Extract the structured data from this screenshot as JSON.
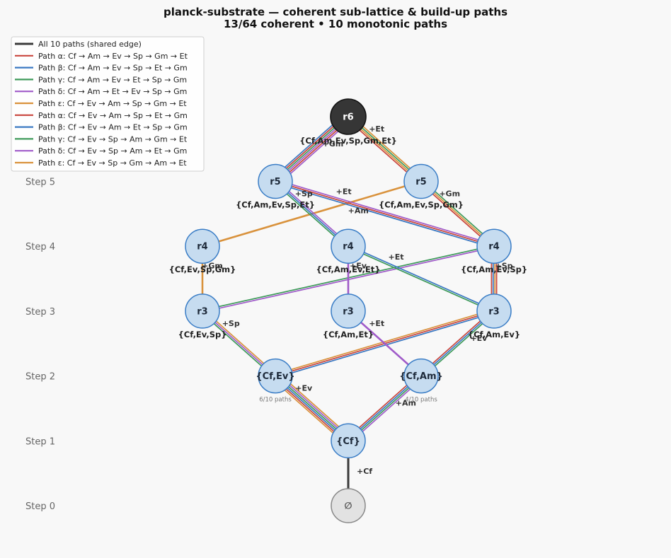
{
  "title": {
    "line1": "planck-substrate — coherent sub-lattice & build-up paths",
    "line2": "13/64 coherent  •  10 monotonic paths"
  },
  "steps": [
    "Step 0",
    "Step 1",
    "Step 2",
    "Step 3",
    "Step 4",
    "Step 5"
  ],
  "colors": {
    "shared": "#3b3b3b",
    "alpha": "#c9453d",
    "beta": "#3a78c2",
    "gamma": "#3e9a5a",
    "delta": "#a05bc9",
    "epsilon": "#d9923c",
    "node_fill": "#c6dcf0",
    "node_stroke": "#3a7dc6",
    "top_fill": "#363636",
    "empty_fill": "#e2e2e2",
    "empty_stroke": "#888888"
  },
  "legend": [
    {
      "label": "All 10 paths (shared edge)",
      "color": "shared"
    },
    {
      "label": "Path α: Cf → Am → Ev → Sp → Gm → Et",
      "color": "alpha"
    },
    {
      "label": "Path β: Cf → Am → Ev → Sp → Et → Gm",
      "color": "beta"
    },
    {
      "label": "Path γ: Cf → Am → Ev → Et → Sp → Gm",
      "color": "gamma"
    },
    {
      "label": "Path δ: Cf → Am → Et → Ev → Sp → Gm",
      "color": "delta"
    },
    {
      "label": "Path ε: Cf → Ev → Am → Sp → Gm → Et",
      "color": "epsilon"
    },
    {
      "label": "Path α: Cf → Ev → Am → Sp → Et → Gm",
      "color": "alpha"
    },
    {
      "label": "Path β: Cf → Ev → Am → Et → Sp → Gm",
      "color": "beta"
    },
    {
      "label": "Path γ: Cf → Ev → Sp → Am → Gm → Et",
      "color": "gamma"
    },
    {
      "label": "Path δ: Cf → Ev → Sp → Am → Et → Gm",
      "color": "delta"
    },
    {
      "label": "Path ε: Cf → Ev → Sp → Gm → Am → Et",
      "color": "epsilon"
    }
  ],
  "nodes": [
    {
      "id": "empty",
      "step": 0,
      "label": "∅",
      "set": "",
      "kind": "empty"
    },
    {
      "id": "cf",
      "step": 1,
      "label": "{Cf}",
      "set": "",
      "kind": "set"
    },
    {
      "id": "cfev",
      "step": 2,
      "label": "{Cf,Ev}",
      "set": "",
      "kind": "set",
      "count": "6/10 paths"
    },
    {
      "id": "cfam",
      "step": 2,
      "label": "{Cf,Am}",
      "set": "",
      "kind": "set",
      "count": "4/10 paths"
    },
    {
      "id": "r3a",
      "step": 3,
      "label": "r3",
      "set": "{Cf,Ev,Sp}",
      "kind": "rank"
    },
    {
      "id": "r3b",
      "step": 3,
      "label": "r3",
      "set": "{Cf,Am,Et}",
      "kind": "rank"
    },
    {
      "id": "r3c",
      "step": 3,
      "label": "r3",
      "set": "{Cf,Am,Ev}",
      "kind": "rank"
    },
    {
      "id": "r4a",
      "step": 4,
      "label": "r4",
      "set": "{Cf,Ev,Sp,Gm}",
      "kind": "rank"
    },
    {
      "id": "r4b",
      "step": 4,
      "label": "r4",
      "set": "{Cf,Am,Ev,Et}",
      "kind": "rank"
    },
    {
      "id": "r4c",
      "step": 4,
      "label": "r4",
      "set": "{Cf,Am,Ev,Sp}",
      "kind": "rank"
    },
    {
      "id": "r5a",
      "step": 5,
      "label": "r5",
      "set": "{Cf,Am,Ev,Sp,Et}",
      "kind": "rank"
    },
    {
      "id": "r5b",
      "step": 5,
      "label": "r5",
      "set": "{Cf,Am,Ev,Sp,Gm}",
      "kind": "rank"
    },
    {
      "id": "r6",
      "step": 6,
      "label": "r6",
      "set": "{Cf,Am,Ev,Sp,Gm,Et}",
      "kind": "top"
    }
  ],
  "edges": [
    {
      "from": "empty",
      "to": "cf",
      "label": "+Cf",
      "paths": [
        "shared"
      ]
    },
    {
      "from": "cf",
      "to": "cfev",
      "label": "+Ev",
      "paths": [
        "epsilon",
        "alpha",
        "beta",
        "gamma",
        "delta",
        "epsilon"
      ]
    },
    {
      "from": "cf",
      "to": "cfam",
      "label": "+Am",
      "paths": [
        "alpha",
        "beta",
        "gamma",
        "delta"
      ]
    },
    {
      "from": "cfev",
      "to": "r3a",
      "label": "+Sp",
      "paths": [
        "gamma",
        "delta",
        "epsilon"
      ]
    },
    {
      "from": "cfev",
      "to": "r3c",
      "label": "",
      "paths": [
        "epsilon",
        "alpha",
        "beta"
      ]
    },
    {
      "from": "cfam",
      "to": "r3c",
      "label": "+Ev",
      "paths": [
        "alpha",
        "beta",
        "gamma"
      ]
    },
    {
      "from": "cfam",
      "to": "r3b",
      "label": "+Et",
      "paths": [
        "delta"
      ]
    },
    {
      "from": "r3a",
      "to": "r4a",
      "label": "+Gm",
      "paths": [
        "epsilon"
      ]
    },
    {
      "from": "r3a",
      "to": "r4c",
      "label": "",
      "paths": [
        "gamma",
        "delta"
      ]
    },
    {
      "from": "r3b",
      "to": "r4b",
      "label": "+Ev",
      "paths": [
        "delta"
      ]
    },
    {
      "from": "r3c",
      "to": "r4b",
      "label": "+Et",
      "paths": [
        "gamma",
        "beta"
      ]
    },
    {
      "from": "r3c",
      "to": "r4c",
      "label": "+Sp",
      "paths": [
        "alpha",
        "beta",
        "epsilon",
        "alpha"
      ]
    },
    {
      "from": "r4a",
      "to": "r5b",
      "label": "+Am",
      "paths": [
        "epsilon"
      ]
    },
    {
      "from": "r4b",
      "to": "r5a",
      "label": "+Sp",
      "paths": [
        "gamma",
        "beta",
        "delta"
      ]
    },
    {
      "from": "r4c",
      "to": "r5a",
      "label": "+Et",
      "paths": [
        "beta",
        "alpha",
        "delta"
      ]
    },
    {
      "from": "r4c",
      "to": "r5b",
      "label": "+Gm",
      "paths": [
        "alpha",
        "epsilon",
        "gamma"
      ]
    },
    {
      "from": "r5a",
      "to": "r6",
      "label": "+Gm",
      "paths": [
        "beta",
        "alpha",
        "gamma",
        "delta",
        "alpha",
        "delta"
      ]
    },
    {
      "from": "r5b",
      "to": "r6",
      "label": "+Et",
      "paths": [
        "alpha",
        "epsilon",
        "gamma",
        "epsilon"
      ]
    }
  ]
}
